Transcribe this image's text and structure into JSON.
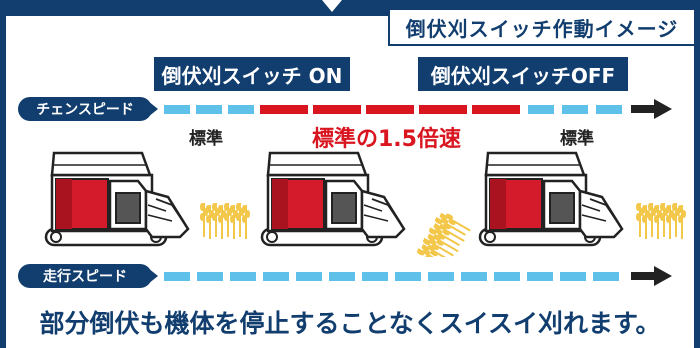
{
  "title_box": "倒伏刈スイッチ作動イメージ",
  "switch_on_label": "倒伏刈スイッチ ON",
  "switch_off_label": "倒伏刈スイッチOFF",
  "chain_speed_label": "チェンスピード",
  "travel_speed_label": "走行スピード",
  "speed_labels": [
    "標準",
    "標準の1.5倍速",
    "標準"
  ],
  "footer_text": "部分倒伏も機体を停止することなくスイスイ刈れます。",
  "colors": {
    "navy": "#123e6f",
    "light_blue": "#5fc0ea",
    "red": "#d9151f",
    "machine_red": "#d41b2b",
    "grain": "#f3c74a"
  },
  "icons": [
    "combine-harvester-icon",
    "rice-stalks-icon",
    "arrow-right-icon"
  ]
}
